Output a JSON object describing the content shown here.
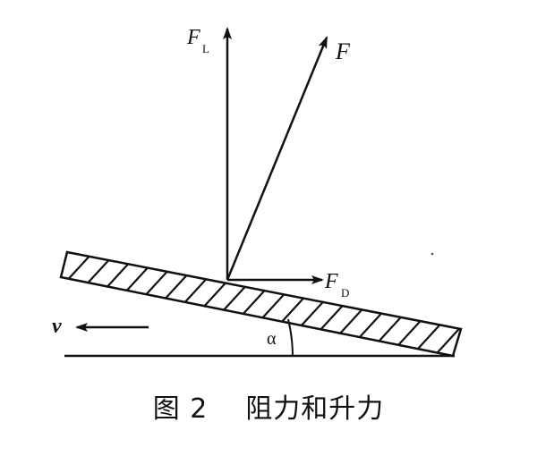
{
  "diagram": {
    "labels": {
      "lift_force": "F",
      "lift_sub": "L",
      "resultant_force": "F",
      "drag_force": "F",
      "drag_sub": "D",
      "velocity": "v",
      "angle": "α"
    },
    "caption": {
      "figure_number": "图 2",
      "title": "阻力和升力"
    },
    "colors": {
      "ink": "#111111",
      "background": "#ffffff"
    }
  }
}
